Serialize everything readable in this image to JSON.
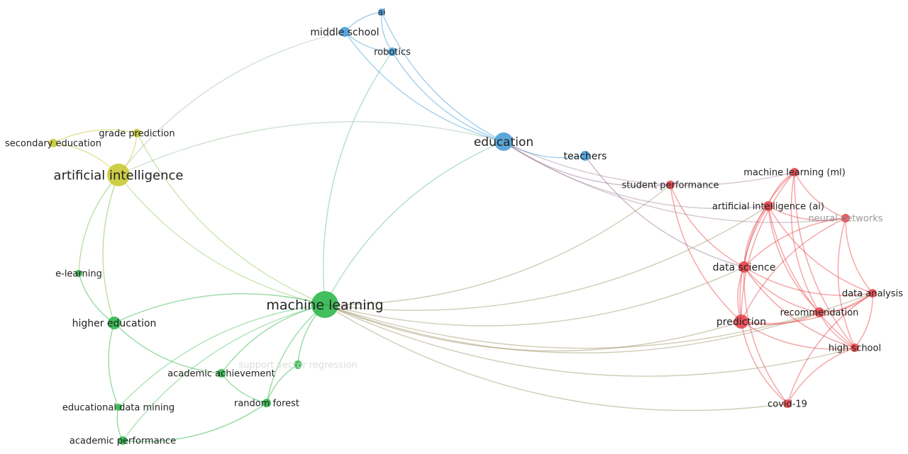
{
  "cluster_colors": {
    "red": "#e8474c",
    "green": "#2fb84c",
    "blue": "#4a9fd8",
    "yellow": "#c9c934"
  },
  "nodes": [
    {
      "label": "ai",
      "cluster": "blue"
    },
    {
      "label": "middle school",
      "cluster": "blue"
    },
    {
      "label": "robotics",
      "cluster": "blue"
    },
    {
      "label": "education",
      "cluster": "blue"
    },
    {
      "label": "teachers",
      "cluster": "blue"
    },
    {
      "label": "artificial intelligence",
      "cluster": "yellow"
    },
    {
      "label": "grade prediction",
      "cluster": "yellow"
    },
    {
      "label": "secondary education",
      "cluster": "yellow"
    },
    {
      "label": "machine learning",
      "cluster": "green"
    },
    {
      "label": "e-learning",
      "cluster": "green"
    },
    {
      "label": "higher education",
      "cluster": "green"
    },
    {
      "label": "academic achievement",
      "cluster": "green"
    },
    {
      "label": "support vector regression",
      "cluster": "green",
      "faded": true
    },
    {
      "label": "random forest",
      "cluster": "green"
    },
    {
      "label": "educational data mining",
      "cluster": "green"
    },
    {
      "label": "academic performance",
      "cluster": "green"
    },
    {
      "label": "student performance",
      "cluster": "red"
    },
    {
      "label": "machine learning (ml)",
      "cluster": "red"
    },
    {
      "label": "artificial intelligence (ai)",
      "cluster": "red"
    },
    {
      "label": "neural networks",
      "cluster": "red",
      "faded": true
    },
    {
      "label": "data science",
      "cluster": "red"
    },
    {
      "label": "data analysis",
      "cluster": "red"
    },
    {
      "label": "recommendation",
      "cluster": "red"
    },
    {
      "label": "prediction",
      "cluster": "red"
    },
    {
      "label": "high school",
      "cluster": "red"
    },
    {
      "label": "covid-19",
      "cluster": "red"
    }
  ],
  "links": [
    [
      "ai",
      "middle school"
    ],
    [
      "ai",
      "robotics"
    ],
    [
      "ai",
      "education"
    ],
    [
      "middle school",
      "robotics"
    ],
    [
      "middle school",
      "education"
    ],
    [
      "robotics",
      "education"
    ],
    [
      "middle school",
      "artificial intelligence"
    ],
    [
      "robotics",
      "machine learning"
    ],
    [
      "education",
      "teachers"
    ],
    [
      "education",
      "machine learning"
    ],
    [
      "education",
      "artificial intelligence"
    ],
    [
      "education",
      "student performance"
    ],
    [
      "education",
      "machine learning (ml)"
    ],
    [
      "education",
      "neural networks"
    ],
    [
      "education",
      "artificial intelligence (ai)"
    ],
    [
      "teachers",
      "data science"
    ],
    [
      "artificial intelligence",
      "grade prediction"
    ],
    [
      "artificial intelligence",
      "secondary education"
    ],
    [
      "artificial intelligence",
      "machine learning"
    ],
    [
      "artificial intelligence",
      "e-learning"
    ],
    [
      "artificial intelligence",
      "higher education"
    ],
    [
      "grade prediction",
      "machine learning"
    ],
    [
      "grade prediction",
      "secondary education"
    ],
    [
      "machine learning",
      "higher education"
    ],
    [
      "machine learning",
      "academic achievement"
    ],
    [
      "machine learning",
      "support vector regression"
    ],
    [
      "machine learning",
      "random forest"
    ],
    [
      "machine learning",
      "educational data mining"
    ],
    [
      "machine learning",
      "academic performance"
    ],
    [
      "machine learning",
      "prediction"
    ],
    [
      "machine learning",
      "data science"
    ],
    [
      "machine learning",
      "student performance"
    ],
    [
      "machine learning",
      "recommendation"
    ],
    [
      "machine learning",
      "high school"
    ],
    [
      "machine learning",
      "covid-19"
    ],
    [
      "machine learning",
      "data analysis"
    ],
    [
      "machine learning",
      "artificial intelligence (ai)"
    ],
    [
      "e-learning",
      "higher education"
    ],
    [
      "higher education",
      "educational data mining"
    ],
    [
      "higher education",
      "academic achievement"
    ],
    [
      "educational data mining",
      "academic performance"
    ],
    [
      "academic achievement",
      "random forest"
    ],
    [
      "support vector regression",
      "random forest"
    ],
    [
      "academic performance",
      "random forest"
    ],
    [
      "student performance",
      "data science"
    ],
    [
      "student performance",
      "prediction"
    ],
    [
      "machine learning (ml)",
      "artificial intelligence (ai)"
    ],
    [
      "machine learning (ml)",
      "neural networks"
    ],
    [
      "machine learning (ml)",
      "data science"
    ],
    [
      "machine learning (ml)",
      "high school"
    ],
    [
      "machine learning (ml)",
      "recommendation"
    ],
    [
      "machine learning (ml)",
      "prediction"
    ],
    [
      "artificial intelligence (ai)",
      "neural networks"
    ],
    [
      "artificial intelligence (ai)",
      "data science"
    ],
    [
      "artificial intelligence (ai)",
      "prediction"
    ],
    [
      "artificial intelligence (ai)",
      "data analysis"
    ],
    [
      "artificial intelligence (ai)",
      "high school"
    ],
    [
      "artificial intelligence (ai)",
      "recommendation"
    ],
    [
      "neural networks",
      "data science"
    ],
    [
      "neural networks",
      "prediction"
    ],
    [
      "neural networks",
      "high school"
    ],
    [
      "neural networks",
      "data analysis"
    ],
    [
      "data science",
      "prediction"
    ],
    [
      "data science",
      "data analysis"
    ],
    [
      "data science",
      "recommendation"
    ],
    [
      "data science",
      "high school"
    ],
    [
      "data science",
      "covid-19"
    ],
    [
      "prediction",
      "recommendation"
    ],
    [
      "prediction",
      "high school"
    ],
    [
      "prediction",
      "covid-19"
    ],
    [
      "prediction",
      "data analysis"
    ],
    [
      "recommendation",
      "high school"
    ],
    [
      "recommendation",
      "data analysis"
    ],
    [
      "high school",
      "covid-19"
    ],
    [
      "high school",
      "data analysis"
    ],
    [
      "data analysis",
      "covid-19"
    ]
  ]
}
